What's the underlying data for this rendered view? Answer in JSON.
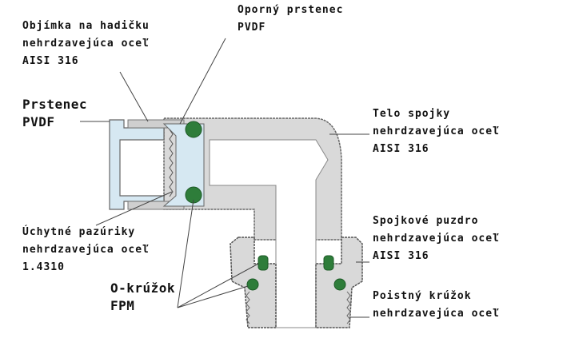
{
  "labels": {
    "sleeve": {
      "lines": [
        "Objímka na hadičku",
        "nehrdzavejúca oceľ",
        "AISI 316"
      ]
    },
    "support_ring": {
      "lines": [
        "Oporný prstenec",
        "PVDF"
      ]
    },
    "ring": {
      "lines": [
        "Prstenec",
        "PVDF"
      ]
    },
    "body": {
      "lines": [
        "Telo spojky",
        "nehrdzavejúca oceľ",
        "AISI 316"
      ]
    },
    "claws": {
      "lines": [
        "Úchytné pazúriky",
        "nehrdzavejúca oceľ",
        "1.4310"
      ]
    },
    "nut": {
      "lines": [
        "Spojkové puzdro",
        "nehrdzavejúca oceľ",
        "AISI 316"
      ]
    },
    "oring": {
      "lines": [
        "O-krúžok",
        "FPM"
      ]
    },
    "retaining_ring": {
      "lines": [
        "Poistný krúžok",
        "nehrdzavejúca oceľ"
      ]
    }
  },
  "colors": {
    "steel": "#d9d9d9",
    "pvdf": "#d6e8f2",
    "oring": "#2e7d3a",
    "outline": "#555555"
  }
}
